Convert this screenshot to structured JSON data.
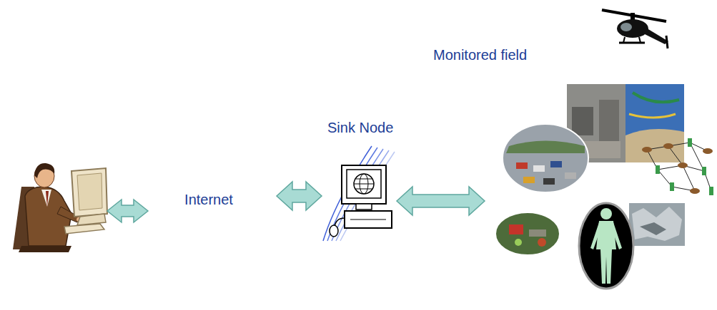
{
  "diagram": {
    "nodes": [
      {
        "text": [
          "Internet"
        ]
      },
      {
        "text": [
          "Sink Node"
        ]
      },
      {
        "text": [
          "Monitored field"
        ]
      }
    ],
    "edges": [
      {
        "from": 0,
        "to": 1,
        "arrow": "both"
      },
      {
        "from": 1,
        "to": 2,
        "arrow": "both"
      }
    ]
  }
}
